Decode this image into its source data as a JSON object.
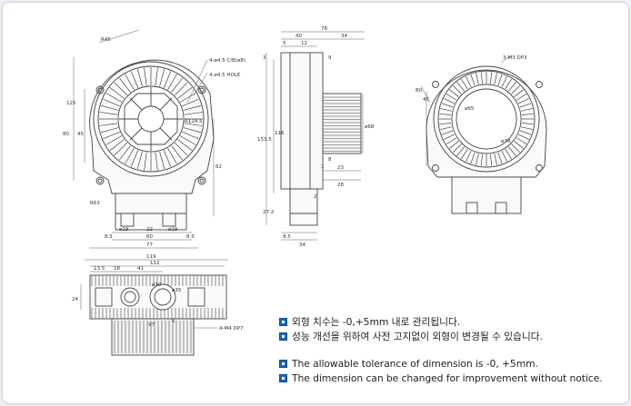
{
  "dims": {
    "front_r45": "R45",
    "front_hole1": "4-ø4.5 C/B(ø8)",
    "front_hole2": "4-ø4.5 HOLE",
    "front_r12": "R124.5",
    "front_80": "80",
    "front_62": "62",
    "front_45": "45",
    "front_125": "125",
    "front_R63": "R63",
    "front_d19a": "ø19",
    "front_22": "22",
    "front_d19b": "ø19",
    "front_85": "8.5",
    "front_60": "60",
    "front_85b": "8.5",
    "front_77": "77",
    "side_78": "78",
    "side_40": "40",
    "side_34": "34",
    "side_5": "5",
    "side_12": "12",
    "side_3a": "3",
    "side_9": "9",
    "side_d68": "ø68",
    "side_153": "153.5",
    "side_116": "116",
    "side_8": "8",
    "side_23": "23",
    "side_28": "28",
    "side_1": "1",
    "side_2": "2",
    "side_272": "27.2",
    "side_85": "8.5",
    "side_34b": "34",
    "back_hole": "3-M3 DP3",
    "back_80": "80",
    "back_45": "45",
    "back_d65": "ø65",
    "back_d74": "ø74",
    "top_119": "119",
    "top_112": "112",
    "top_135": "13.5",
    "top_18": "18",
    "top_41": "41",
    "top_24": "24",
    "top_d10": "ø10",
    "top_d35": "ø35",
    "top_m4": "4-M4 DP7",
    "top_6": "6",
    "top_97": "97"
  },
  "notes": [
    "외형 치수는 -0,+5mm 내로 관리됩니다.",
    "성능 개선을 위하여 사전 고지없이 외형이 변경될 수 있습니다.",
    "The allowable tolerance of dimension is -0, +5mm.",
    "The dimension can be changed for improvement without notice."
  ],
  "colors": {
    "bullet": "#1b67b3",
    "line": "#444444",
    "dim_line": "#5a5a5a"
  }
}
